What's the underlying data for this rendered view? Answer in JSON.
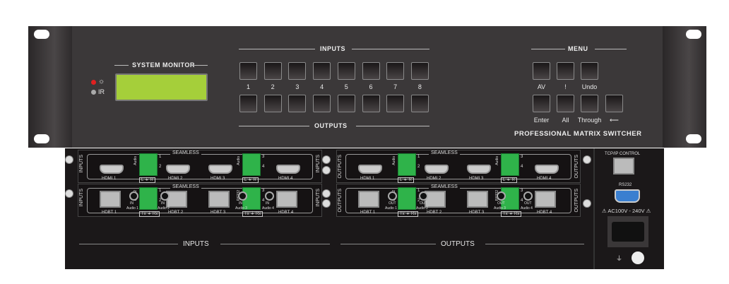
{
  "front": {
    "system_monitor": "SYSTEM MONITOR",
    "ir_label": "IR",
    "inputs_title": "INPUTS",
    "outputs_title": "OUTPUTS",
    "channel_numbers": [
      "1",
      "2",
      "3",
      "4",
      "5",
      "6",
      "7",
      "8"
    ],
    "menu_title": "MENU",
    "menu_row1": [
      "AV",
      "!",
      "Undo"
    ],
    "menu_row2": [
      "Enter",
      "All",
      "Through",
      "⟵"
    ],
    "product_name": "PROFESSIONAL MATRIX SWITCHER",
    "power_led_color": "#e02020"
  },
  "back": {
    "seamless": "SEAMLESS",
    "inputs_label": "INPUTS",
    "outputs_label": "OUTPUTS",
    "hdmi_ports": [
      "HDMI 1",
      "HDMI 2",
      "HDMI 3",
      "HDMI 4"
    ],
    "hdbt_ports": [
      "HDBT 1",
      "HDBT 2",
      "HDBT 3",
      "HDBT 4"
    ],
    "audio_label": "Audio",
    "audio_in": [
      "Audio 1",
      "Audio 2",
      "Audio 3",
      "Audio 4"
    ],
    "in_label": "IN",
    "out_label": "OUT",
    "lr_label": "L ⏚ R",
    "rs232_txrx": "Tx ⏚ Rx",
    "rs232_small": "RS232",
    "term_nums": [
      "1",
      "2",
      "3",
      "4"
    ],
    "bottom_inputs": "INPUTS",
    "bottom_outputs": "OUTPUTS",
    "tcpip": "TCP/IP CONTROL",
    "rs232": "RS232",
    "power_rating": "⚠ AC100V - 240V ⚠"
  }
}
